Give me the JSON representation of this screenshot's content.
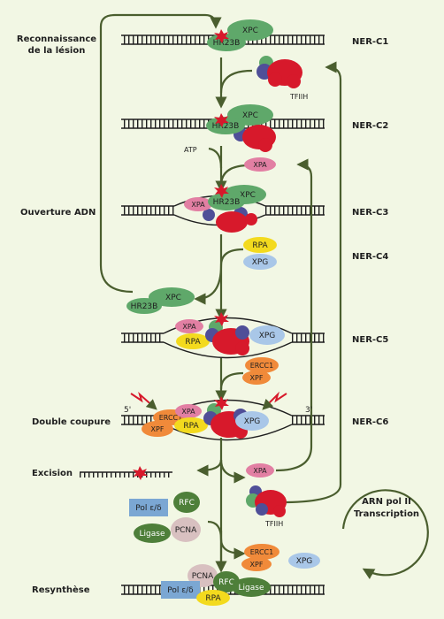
{
  "stage_labels": {
    "reconnaissance_1": "Reconnaissance",
    "reconnaissance_2": "de la lésion",
    "ouverture": "Ouverture ADN",
    "double_coupure": "Double coupure",
    "excision": "Excision",
    "resynthese": "Resynthèse"
  },
  "steps": [
    "NER-C1",
    "NER-C2",
    "NER-C3",
    "NER-C4",
    "NER-C5",
    "NER-C6"
  ],
  "proteins": {
    "xpc": "XPC",
    "hr23b": "HR23B",
    "tfiih": "TFIIH",
    "xpa": "XPA",
    "rpa": "RPA",
    "xpg": "XPG",
    "ercc1": "ERCC1",
    "xpf": "XPF",
    "pol": "Pol ε/δ",
    "rfc": "RFC",
    "pcna": "PCNA",
    "ligase": "Ligase",
    "atp": "ATP"
  },
  "strand_ends": {
    "five_prime": "5'",
    "three_prime": "3'"
  },
  "arn_pol": {
    "line1": "ARN pol II",
    "line2": "Transcription"
  },
  "colors": {
    "background": "#f2f7e4",
    "arrow": "#4a5e2e",
    "xpc": "#5fa86a",
    "hr23b": "#5fa86a",
    "tfiih_red": "#d7192b",
    "tfiih_purple": "#4f4f98",
    "tfiih_green": "#5fa86a",
    "xpa": "#e27fa3",
    "rpa": "#f3da1e",
    "xpg": "#a9c7e8",
    "ercc1_xpf": "#f08a3a",
    "pol": "#7ba7d3",
    "rfc": "#4e7f3a",
    "pcna": "#d8c0c0",
    "ligase": "#4e7f3a",
    "lesion": "#d7192b"
  }
}
